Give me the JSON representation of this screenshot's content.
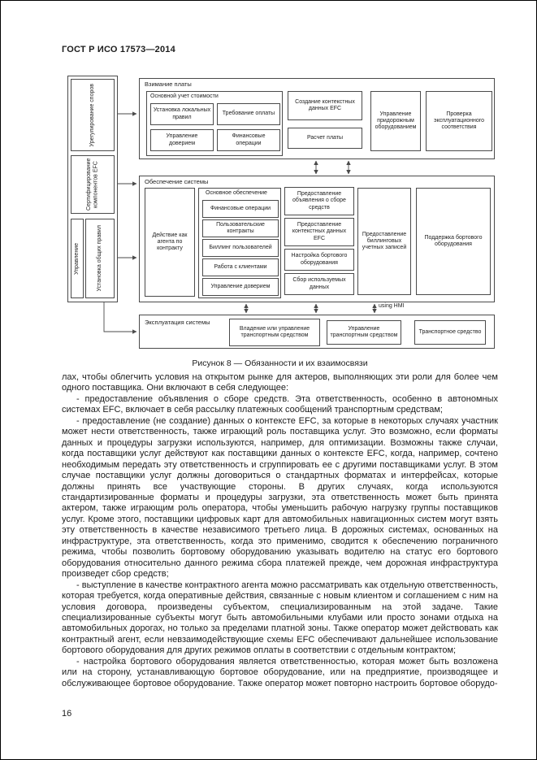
{
  "page": {
    "header": "ГОСТ Р ИСО 17573—2014",
    "figure_caption": "Рисунок 8 — Обязанности и их взаимосвязи",
    "page_number": "16"
  },
  "diagram": {
    "management": {
      "label": "Управление",
      "dispute": "Урегулирование споров",
      "certification": "Сертифицирование компонентов EFC",
      "common_rules": "Установка общих правил"
    },
    "toll_charging": {
      "label": "Взимание платы",
      "core_accounting_label": "Основной учет стоимости",
      "core_accounting_items": [
        "Установка локальных правил",
        "Требование оплаты",
        "Управление доверием",
        "Финансовые операции"
      ],
      "efc_context": "Создание контекстных данных EFC",
      "fee_calculation": "Расчет платы",
      "roadside_equipment": "Управление придорожным оборудованием",
      "compliance_check": "Проверка эксплуатационного соответствия"
    },
    "service_provision": {
      "label": "Обеспечение системы",
      "contract_agent": "Действие как агента по контракту",
      "core_provision_label": "Основное обеспечение",
      "core_provision_items": [
        "Финансовые операции",
        "Пользовательские контракты",
        "Биллинг пользователей",
        "Работа с клиентами",
        "Управление доверием"
      ],
      "announce": "Предоставление объявления о сборе средств",
      "context_data": "Предоставление контекстных данных EFC",
      "obe_setup": "Настройка бортового оборудования",
      "usage_data": "Сбор используемых данных",
      "billing_accounts": "Предоставление биллинговых учетных записей",
      "obe_support": "Поддержка бортового оборудования"
    },
    "using_hmi": "using HMI",
    "service_usage": {
      "label": "Эксплуатация системы",
      "items": [
        "Владение или управление транспортным средством",
        "Управление транспортным средством",
        "Транспортное средство"
      ]
    }
  },
  "body": {
    "paragraphs": [
      "лах, чтобы облегчить условия на открытом рынке для актеров, выполняющих эти роли для более чем одного поставщика. Они включают в себя следующее:",
      "- предоставление объявления о сборе средств. Эта ответственность, особенно в автономных системах EFC, включает в себя рассылку платежных сообщений транспортным средствам;",
      "- предоставление (не создание) данных о контексте EFC, за которые в некоторых случаях участник может нести ответственность, также играющий роль поставщика услуг. Это возможно, если форматы данных и процедуры загрузки используются, например, для оптимизации. Возможны также случаи, когда поставщики услуг действуют как поставщики данных о контексте EFC, когда, например, сочтено необходимым передать эту ответственность и сгруппировать ее с другими поставщиками услуг. В этом случае поставщики услуг должны договориться о стандартных форматах и интерфейсах, которые должны принять все участвующие стороны. В других случаях, когда используются стандартизированные форматы и процедуры загрузки, эта ответственность может быть принята актером, также играющим роль оператора, чтобы уменьшить рабочую нагрузку группы поставщиков услуг. Кроме этого, поставщики цифровых карт для автомобильных навигационных систем могут взять эту ответственность в качестве независимого третьего лица. В дорожных системах, основанных на инфраструктуре, эта ответственность, когда это применимо, сводится к обеспечению пограничного режима, чтобы позволить бортовому оборудованию указывать водителю на статус его бортового оборудования относительно данного режима сбора платежей прежде, чем дорожная инфраструктура произведет сбор средств;",
      "- выступление в качестве контрактного агента можно рассматривать как отдельную ответственность, которая требуется, когда оперативные действия, связанные с новым клиентом и соглашением с ним на условия договора, произведены субъектом, специализированным на этой задаче. Такие специализированные субъекты могут быть автомобильными клубами или просто зонами отдыха на автомобильных дорогах, но только за пределами платной зоны. Также оператор может действовать как контрактный агент, если невзаимодействующие схемы EFC обеспечивают дальнейшее использование бортового оборудования для других режимов оплаты в соответствии с отдельным контрактом;",
      "- настройка бортового оборудования является ответственностью, которая может быть возложена или на сторону, устанавливающую бортовое оборудование, или на предприятие, производящее и обслуживающее бортовое оборудование. Также оператор может повторно настроить бортовое оборудо-"
    ]
  }
}
